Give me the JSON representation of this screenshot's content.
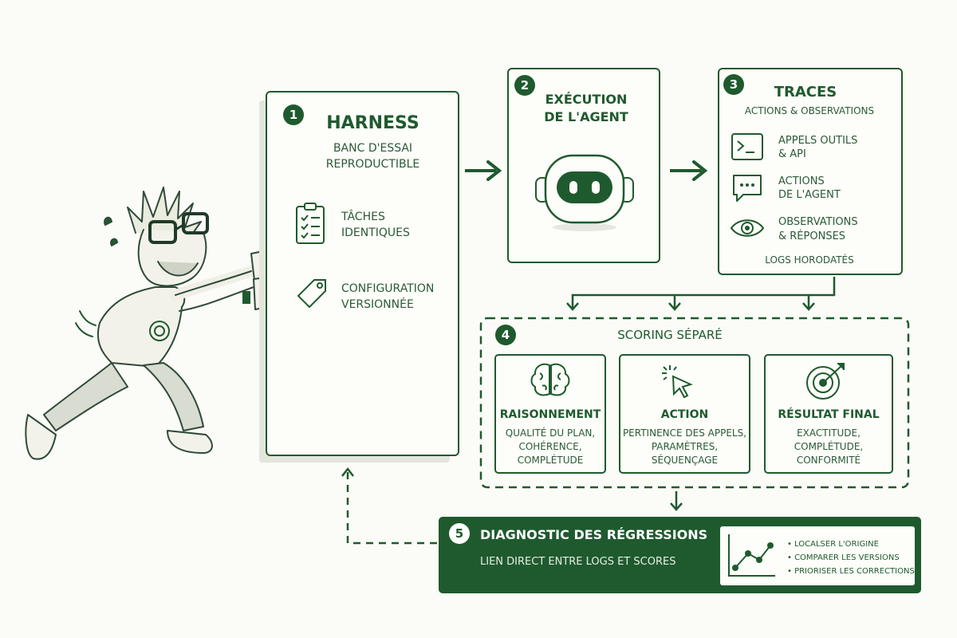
{
  "harness": {
    "number": "1",
    "title": "HARNESS",
    "subtitle_line1": "BANC D'ESSAI",
    "subtitle_line2": "REPRODUCTIBLE",
    "items": [
      {
        "icon": "clipboard-checklist-icon",
        "line1": "TÂCHES",
        "line2": "IDENTIQUES"
      },
      {
        "icon": "tag-icon",
        "line1": "CONFIGURATION",
        "line2": "VERSIONNÉE"
      }
    ]
  },
  "execution": {
    "number": "2",
    "title_line1": "EXÉCUTION",
    "title_line2": "DE L'AGENT",
    "icon": "robot-icon"
  },
  "traces": {
    "number": "3",
    "title": "TRACES",
    "subtitle": "ACTIONS & OBSERVATIONS",
    "items": [
      {
        "icon": "terminal-icon",
        "line1": "APPELS OUTILS",
        "line2": "& API"
      },
      {
        "icon": "chat-bubble-icon",
        "line1": "ACTIONS",
        "line2": "DE L'AGENT"
      },
      {
        "icon": "eye-icon",
        "line1": "OBSERVATIONS",
        "line2": "& RÉPONSES"
      }
    ],
    "footer": "LOGS HORODATÉS"
  },
  "scoring": {
    "number": "4",
    "title": "SCORING SÉPARÉ",
    "cards": [
      {
        "icon": "brain-icon",
        "title": "RAISONNEMENT",
        "lines": [
          "QUALITÉ DU PLAN,",
          "COHÉRENCE,",
          "COMPLÉTUDE"
        ]
      },
      {
        "icon": "cursor-click-icon",
        "title": "ACTION",
        "lines": [
          "PERTINENCE DES APPELS,",
          "PARAMÈTRES,",
          "SÉQUENÇAGE"
        ]
      },
      {
        "icon": "target-icon",
        "title": "RÉSULTAT FINAL",
        "lines": [
          "EXACTITUDE,",
          "COMPLÉTUDE,",
          "CONFORMITÉ"
        ]
      }
    ]
  },
  "diagnostic": {
    "number": "5",
    "title": "DIAGNOSTIC DES RÉGRESSIONS",
    "subtitle": "LIEN DIRECT ENTRE LOGS ET SCORES",
    "bullets": [
      "LOCALSER L'ORIGINE",
      "COMPARER LES VERSIONS",
      "PRIORISER LES CORRECTIONS"
    ]
  },
  "colors": {
    "primary": "#1f5a2e",
    "background": "#fbfbf7"
  }
}
